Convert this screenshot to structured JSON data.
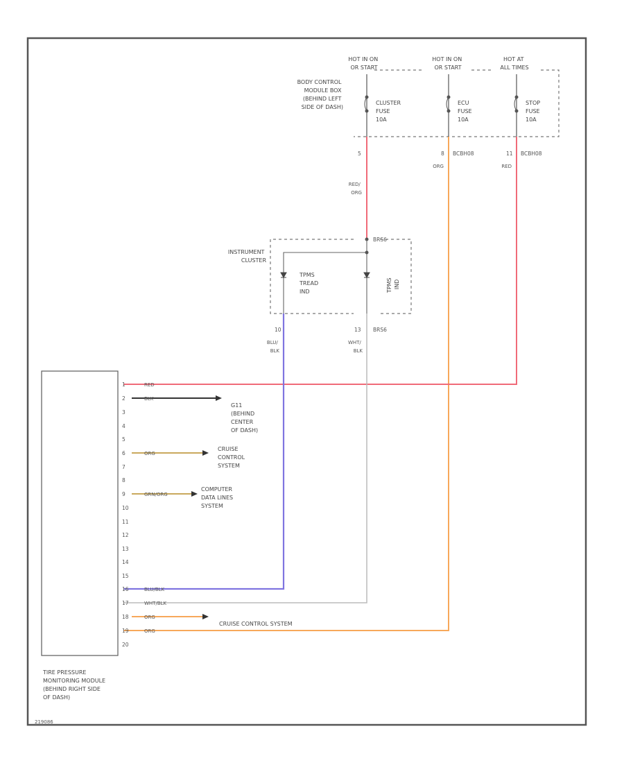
{
  "figure_id": "219086",
  "power": {
    "hot_cluster": [
      "HOT IN ON",
      "OR START"
    ],
    "hot_ecu": [
      "HOT IN ON",
      "OR START"
    ],
    "hot_stop": [
      "HOT AT",
      "ALL TIMES"
    ],
    "bcm_box": [
      "BODY CONTROL",
      "MODULE BOX",
      "(BEHIND LEFT",
      "SIDE OF DASH)"
    ],
    "fuse_cluster": [
      "CLUSTER",
      "FUSE",
      "10A"
    ],
    "fuse_ecu": [
      "ECU",
      "FUSE",
      "10A"
    ],
    "fuse_stop": [
      "STOP",
      "FUSE",
      "10A"
    ],
    "pin_cluster": "5",
    "pin_ecu": "8",
    "pin_ecu_conn": "BCBH08",
    "pin_stop": "11",
    "pin_stop_conn": "BCBH08"
  },
  "wires": {
    "red_org": [
      "RED/",
      "ORG"
    ],
    "org": "ORG",
    "red": "RED",
    "blu_blk": [
      "BLU/",
      "BLK"
    ],
    "wht_blk": [
      "WHT/",
      "BLK"
    ]
  },
  "cluster": {
    "name": [
      "INSTRUMENT",
      "CLUSTER"
    ],
    "conn_top": "BRS6",
    "tread_ind": [
      "TPMS",
      "TREAD",
      "IND"
    ],
    "tpms_ind": [
      "TPMS",
      "IND"
    ],
    "pin_a": "10",
    "pin_b": "13",
    "conn_bottom": "BRS6"
  },
  "module": {
    "name": [
      "TIRE PRESSURE",
      "MONITORING MODULE",
      "(BEHIND RIGHT SIDE",
      "OF DASH)"
    ],
    "pins": [
      "1",
      "2",
      "3",
      "4",
      "5",
      "6",
      "7",
      "8",
      "9",
      "10",
      "11",
      "12",
      "13",
      "14",
      "15",
      "16",
      "17",
      "18",
      "19",
      "20"
    ],
    "wire_labels": {
      "p1": "RED",
      "p2": "BLK",
      "p6": "ORG",
      "p9": "GRN/ORG",
      "p16": "BLU/BLK",
      "p17": "WHT/BLK",
      "p18": "ORG",
      "p19": "ORG"
    }
  },
  "destinations": {
    "ground": [
      "G11",
      "(BEHIND",
      "CENTER",
      "OF DASH)"
    ],
    "cruise1": [
      "CRUISE",
      "CONTROL",
      "SYSTEM"
    ],
    "computer": [
      "COMPUTER",
      "DATA LINES",
      "SYSTEM"
    ],
    "cruise2": "CRUISE CONTROL SYSTEM"
  },
  "colors": {
    "red": "#f06a78",
    "orange": "#f7a85a",
    "blue": "#7f74e0",
    "yellow_org": "#c9a85c",
    "black": "#333333",
    "white_gray": "#bbbbbb",
    "border": "#555555"
  }
}
